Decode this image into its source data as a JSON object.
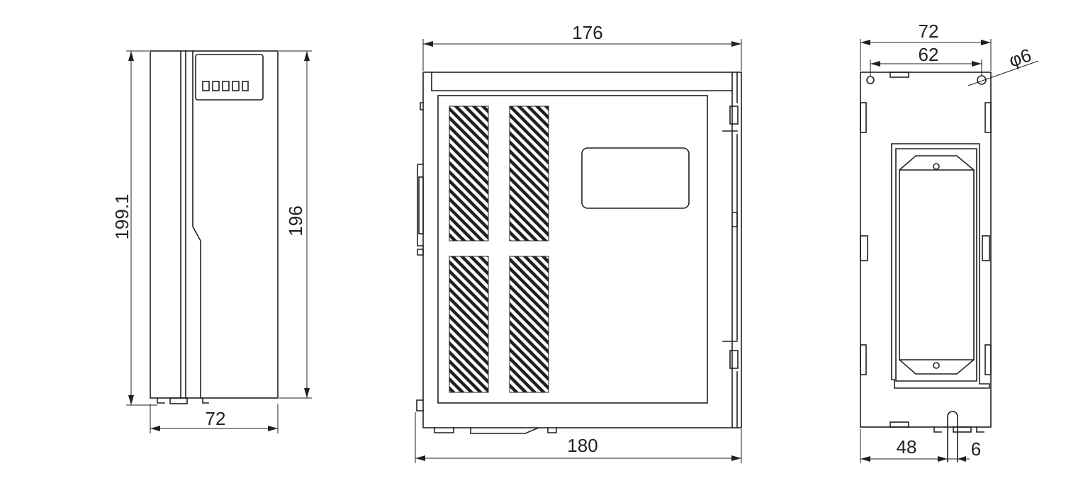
{
  "views": {
    "front": {
      "width_dim": "72",
      "height_dim_left": "199.1",
      "height_dim_right": "196"
    },
    "side": {
      "top_dim": "176",
      "bottom_dim": "180"
    },
    "back": {
      "outer_width_dim": "72",
      "hole_spacing_dim": "62",
      "hole_diameter_dim": "φ6",
      "slot_offset_dim": "48",
      "slot_width_dim": "6"
    }
  },
  "colors": {
    "line": "#231f20",
    "background": "#ffffff"
  }
}
